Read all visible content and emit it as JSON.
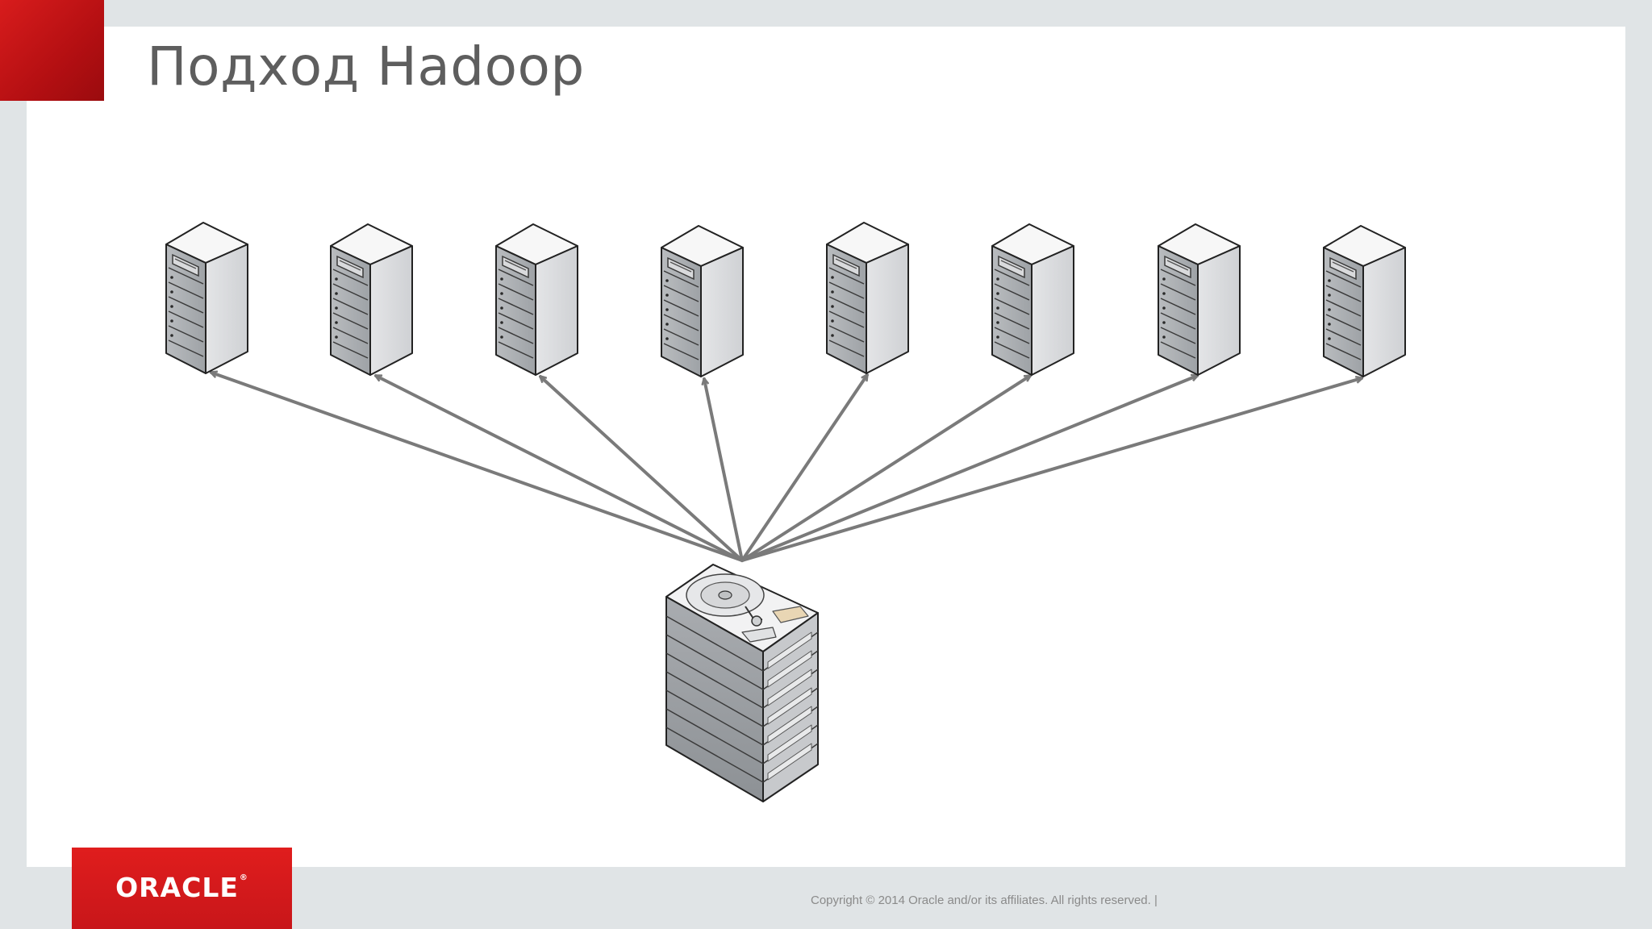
{
  "slide": {
    "title": "Подход Hadoop",
    "copyright": "Copyright © 2014 Oracle and/or its affiliates. All rights reserved.  |",
    "logo_text": "ORACLE",
    "logo_mark": "®"
  },
  "diagram": {
    "nodes": [
      {
        "id": "server-1",
        "kind": "server"
      },
      {
        "id": "server-2",
        "kind": "server"
      },
      {
        "id": "server-3",
        "kind": "server"
      },
      {
        "id": "server-4",
        "kind": "server"
      },
      {
        "id": "server-5",
        "kind": "server"
      },
      {
        "id": "server-6",
        "kind": "server"
      },
      {
        "id": "server-7",
        "kind": "server"
      },
      {
        "id": "server-8",
        "kind": "server"
      },
      {
        "id": "storage-array",
        "kind": "disk-storage"
      }
    ],
    "edges": [
      {
        "from": "storage-array",
        "to": "server-1"
      },
      {
        "from": "storage-array",
        "to": "server-2"
      },
      {
        "from": "storage-array",
        "to": "server-3"
      },
      {
        "from": "storage-array",
        "to": "server-4"
      },
      {
        "from": "storage-array",
        "to": "server-5"
      },
      {
        "from": "storage-array",
        "to": "server-6"
      },
      {
        "from": "storage-array",
        "to": "server-7"
      },
      {
        "from": "storage-array",
        "to": "server-8"
      }
    ]
  },
  "colors": {
    "accent_red": "#c8161a",
    "arrow": "#7a7a7a",
    "title": "#5e5e5e"
  }
}
